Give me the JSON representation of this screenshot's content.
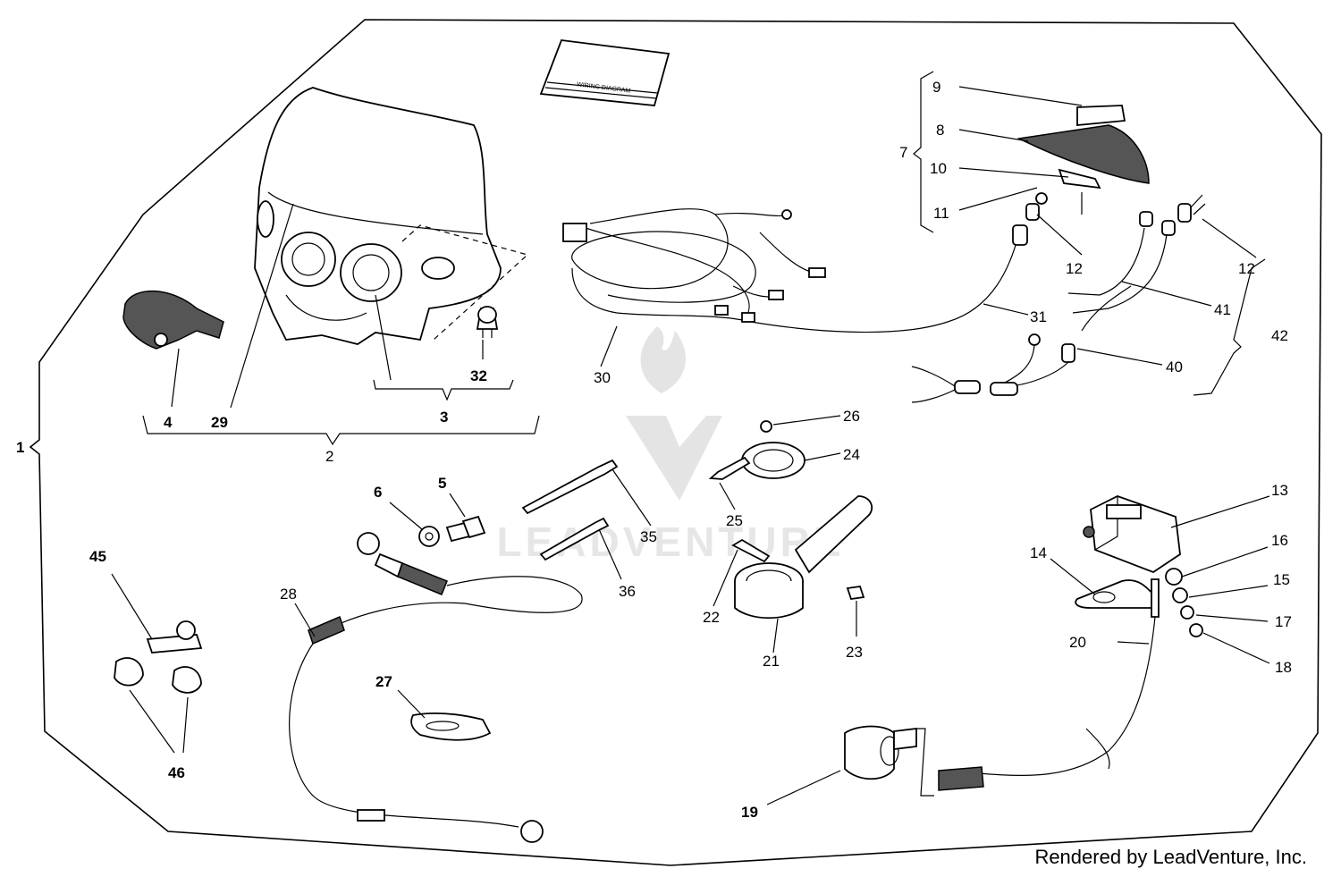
{
  "watermark": "LEADVENTURE",
  "footer": "Rendered by LeadVenture, Inc.",
  "wiring_diagram_card": "WIRING DIAGRAM",
  "callouts": {
    "c1": "1",
    "c2": "2",
    "c3": "3",
    "c4": "4",
    "c5": "5",
    "c6": "6",
    "c7": "7",
    "c8": "8",
    "c9": "9",
    "c10": "10",
    "c11": "11",
    "c12a": "12",
    "c12b": "12",
    "c13": "13",
    "c14": "14",
    "c15": "15",
    "c16": "16",
    "c17": "17",
    "c18": "18",
    "c19": "19",
    "c20": "20",
    "c21": "21",
    "c22": "22",
    "c23": "23",
    "c24": "24",
    "c25": "25",
    "c26": "26",
    "c27": "27",
    "c28": "28",
    "c29": "29",
    "c30": "30",
    "c31": "31",
    "c32": "32",
    "c35": "35",
    "c36": "36",
    "c40": "40",
    "c41": "41",
    "c42": "42",
    "c45": "45",
    "c46": "46"
  }
}
